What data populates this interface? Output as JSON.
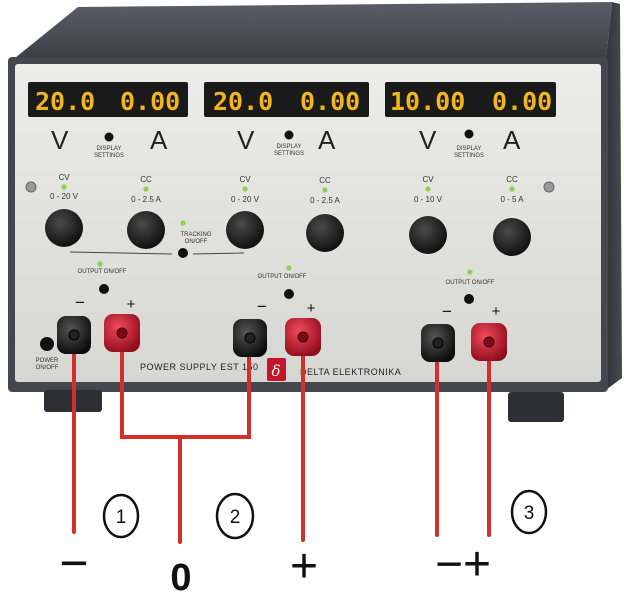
{
  "displays": [
    {
      "voltage": "20.0",
      "current": "0.00"
    },
    {
      "voltage": "20.0",
      "current": "0.00"
    },
    {
      "voltage": "10.00",
      "current": "0.00"
    }
  ],
  "units": {
    "volt": "V",
    "amp": "A"
  },
  "panel": {
    "display_settings": [
      "DISPLAY",
      "SETTINGS"
    ],
    "cv": "CV",
    "cc": "CC",
    "ranges": [
      "0 - 20 V",
      "0 - 2.5 A",
      "0 - 20 V",
      "0 - 2.5 A",
      "0 - 10 V",
      "0 - 5 A"
    ],
    "tracking": [
      "TRACKING",
      "ON/OFF"
    ],
    "output_onoff": "OUTPUT ON/OFF",
    "power": [
      "POWER",
      "ON/OFF"
    ],
    "brand_left": "POWER  SUPPLY  EST  150",
    "brand_right": "DELTA  ELEKTRONIKA",
    "logo_glyph": "δ",
    "terminal_minus": "−",
    "terminal_plus": "+"
  },
  "annotations": {
    "circle_labels": [
      "1",
      "2",
      "3"
    ],
    "bottom_labels": {
      "minus_1": "−",
      "zero": "0",
      "plus": "+",
      "minus_plus": "−+"
    }
  },
  "colors": {
    "lcd_text": "#f2b51c",
    "lcd_bg": "#1a1a1a",
    "panel": "#dcdcd8",
    "cabinet": "#3a3d44",
    "wire": "#d4302b",
    "terminal_red": "#c4162a",
    "terminal_black": "#1a1a1a",
    "led": "#8fd14f",
    "logo": "#c4162a"
  }
}
